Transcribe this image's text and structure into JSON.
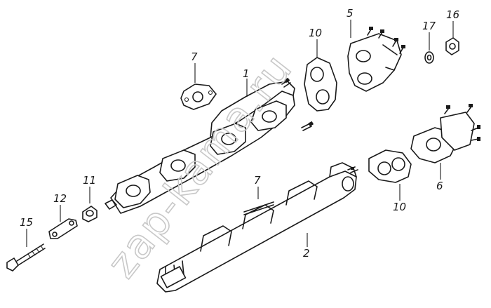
{
  "diagram": {
    "watermark": "zap-kama.ru",
    "callouts": [
      {
        "id": "c1",
        "label": "1"
      },
      {
        "id": "c2",
        "label": "2"
      },
      {
        "id": "c5",
        "label": "5"
      },
      {
        "id": "c6",
        "label": "6"
      },
      {
        "id": "c7a",
        "label": "7"
      },
      {
        "id": "c7b",
        "label": "7"
      },
      {
        "id": "c10a",
        "label": "10"
      },
      {
        "id": "c10b",
        "label": "10"
      },
      {
        "id": "c11",
        "label": "11"
      },
      {
        "id": "c12",
        "label": "12"
      },
      {
        "id": "c15",
        "label": "15"
      },
      {
        "id": "c16",
        "label": "16"
      },
      {
        "id": "c17",
        "label": "17"
      }
    ],
    "line_color": "#1a1a1a",
    "watermark_color": "#c8c8c8"
  }
}
